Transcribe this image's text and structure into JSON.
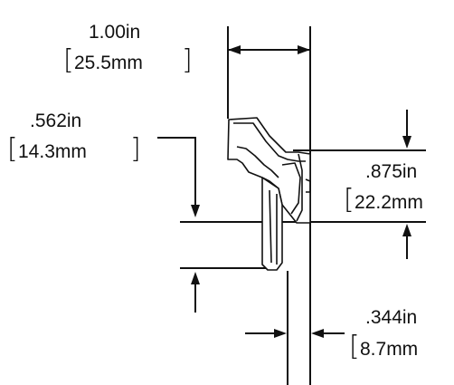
{
  "dimensions": {
    "overall_width": {
      "inch": "1.00in",
      "mm": "25.5mm"
    },
    "offset_height": {
      "inch": ".562in",
      "mm": "14.3mm"
    },
    "mount_height": {
      "inch": ".875in",
      "mm": "22.2mm"
    },
    "base_width": {
      "inch": ".344in",
      "mm": "8.7mm"
    }
  },
  "colors": {
    "line": "#111111",
    "background": "#ffffff"
  }
}
